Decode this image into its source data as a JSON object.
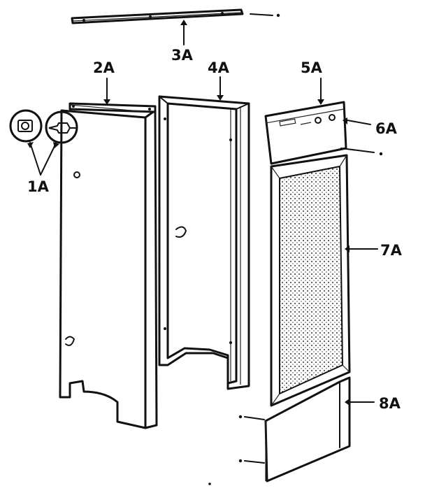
{
  "labels": {
    "1A": "1A",
    "2A": "2A",
    "3A": "3A",
    "4A": "4A",
    "5A": "5A",
    "6A": "6A",
    "7A": "7A",
    "8A": "8A"
  }
}
